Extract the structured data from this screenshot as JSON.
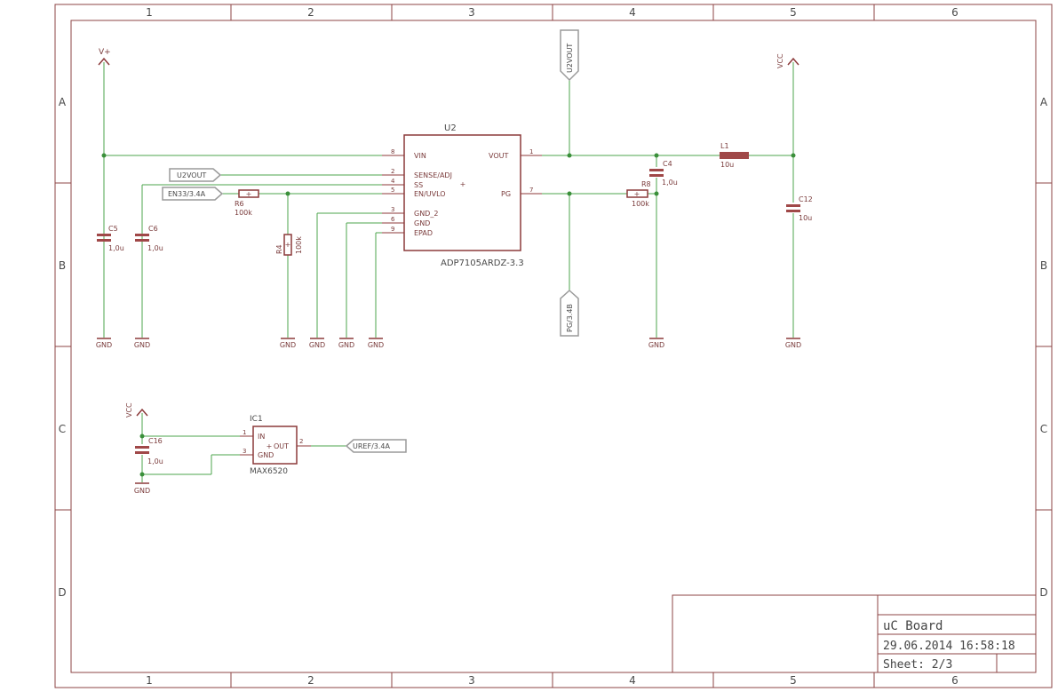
{
  "colors": {
    "frame": "#8c4444",
    "wire": "#4ca64c",
    "junction": "#3a8f3a",
    "label_gray": "#9a9a9a",
    "part": "#8c3a3a",
    "component_fill": "#a04848"
  },
  "frame": {
    "columns": [
      "1",
      "2",
      "3",
      "4",
      "5",
      "6"
    ],
    "rows": [
      "A",
      "B",
      "C",
      "D"
    ]
  },
  "title_block": {
    "title": "uC Board",
    "datetime": "29.06.2014 16:58:18",
    "sheet": "Sheet: 2/3"
  },
  "supplies": {
    "vplus": "V+",
    "vcc_top": "VCC",
    "vcc_bottom": "VCC",
    "gnd": "GND"
  },
  "u2": {
    "name": "U2",
    "value": "ADP7105ARDZ-3.3",
    "pins_left": [
      {
        "num": "8",
        "name": "VIN"
      },
      {
        "num": "2",
        "name": "SENSE/ADJ"
      },
      {
        "num": "4",
        "name": "SS"
      },
      {
        "num": "5",
        "name": "EN/UVLO"
      },
      {
        "num": "3",
        "name": "GND_2"
      },
      {
        "num": "6",
        "name": "GND"
      },
      {
        "num": "9",
        "name": "EPAD"
      }
    ],
    "pins_right": [
      {
        "num": "1",
        "name": "VOUT"
      },
      {
        "num": "7",
        "name": "PG"
      }
    ]
  },
  "ic1": {
    "name": "IC1",
    "value": "MAX6520",
    "pins_left": [
      {
        "num": "1",
        "name": "IN"
      },
      {
        "num": "3",
        "name": "GND"
      }
    ],
    "pins_right": [
      {
        "num": "2",
        "name": "OUT"
      }
    ]
  },
  "net_labels": {
    "u2vout_top": "U2VOUT",
    "u2vout_left": "U2VOUT",
    "en33": "EN33/3.4A",
    "pg": "PG/3.4B",
    "uref": "UREF/3.4A"
  },
  "parts": {
    "c5": {
      "name": "C5",
      "value": "1,0u"
    },
    "c6": {
      "name": "C6",
      "value": "1,0u"
    },
    "c4": {
      "name": "C4",
      "value": "1,0u"
    },
    "c12": {
      "name": "C12",
      "value": "10u"
    },
    "c16": {
      "name": "C16",
      "value": "1,0u"
    },
    "r6": {
      "name": "R6",
      "value": "100k"
    },
    "r4": {
      "name": "R4",
      "value": "100k"
    },
    "r8": {
      "name": "R8",
      "value": "100k"
    },
    "l1": {
      "name": "L1",
      "value": "10u"
    }
  }
}
